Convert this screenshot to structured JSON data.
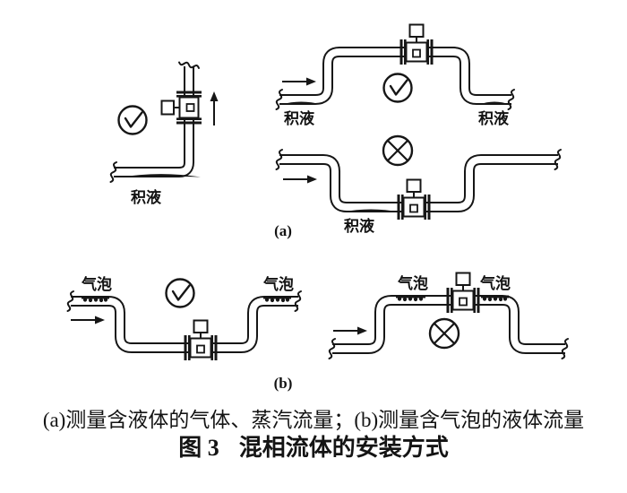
{
  "colors": {
    "ink": "#161616",
    "paper": "#ffffff"
  },
  "caption": {
    "line": "(a)测量含液体的气体、蒸汽流量；(b)测量含气泡的液体流量",
    "fig_label": "图 3",
    "fig_title": "混相流体的安装方式"
  },
  "panels": {
    "a": {
      "tag": "(a)",
      "description": "测量含液体的气体、蒸汽流量",
      "configs": [
        {
          "name": "vertical-riser-meter",
          "verdict": "correct",
          "verdict_icon": "check-circle",
          "flow_direction": "up",
          "annotations": [
            "积液"
          ]
        },
        {
          "name": "raised-pipe-meter-on-top",
          "verdict": "correct",
          "verdict_icon": "check-circle",
          "flow_direction": "right",
          "annotations": [
            "积液",
            "积液"
          ]
        },
        {
          "name": "dipped-pipe-meter-in-low-point",
          "verdict": "incorrect",
          "verdict_icon": "cross-circle",
          "flow_direction": "right",
          "annotations": [
            "积液"
          ]
        }
      ]
    },
    "b": {
      "tag": "(b)",
      "description": "测量含气泡的液体流量",
      "configs": [
        {
          "name": "dipped-pipe-meter-in-low-point",
          "verdict": "correct",
          "verdict_icon": "check-circle",
          "flow_direction": "right",
          "annotations": [
            "气泡",
            "气泡"
          ]
        },
        {
          "name": "raised-pipe-meter-on-top",
          "verdict": "incorrect",
          "verdict_icon": "cross-circle",
          "flow_direction": "right",
          "annotations": [
            "气泡",
            "气泡"
          ]
        }
      ]
    }
  }
}
